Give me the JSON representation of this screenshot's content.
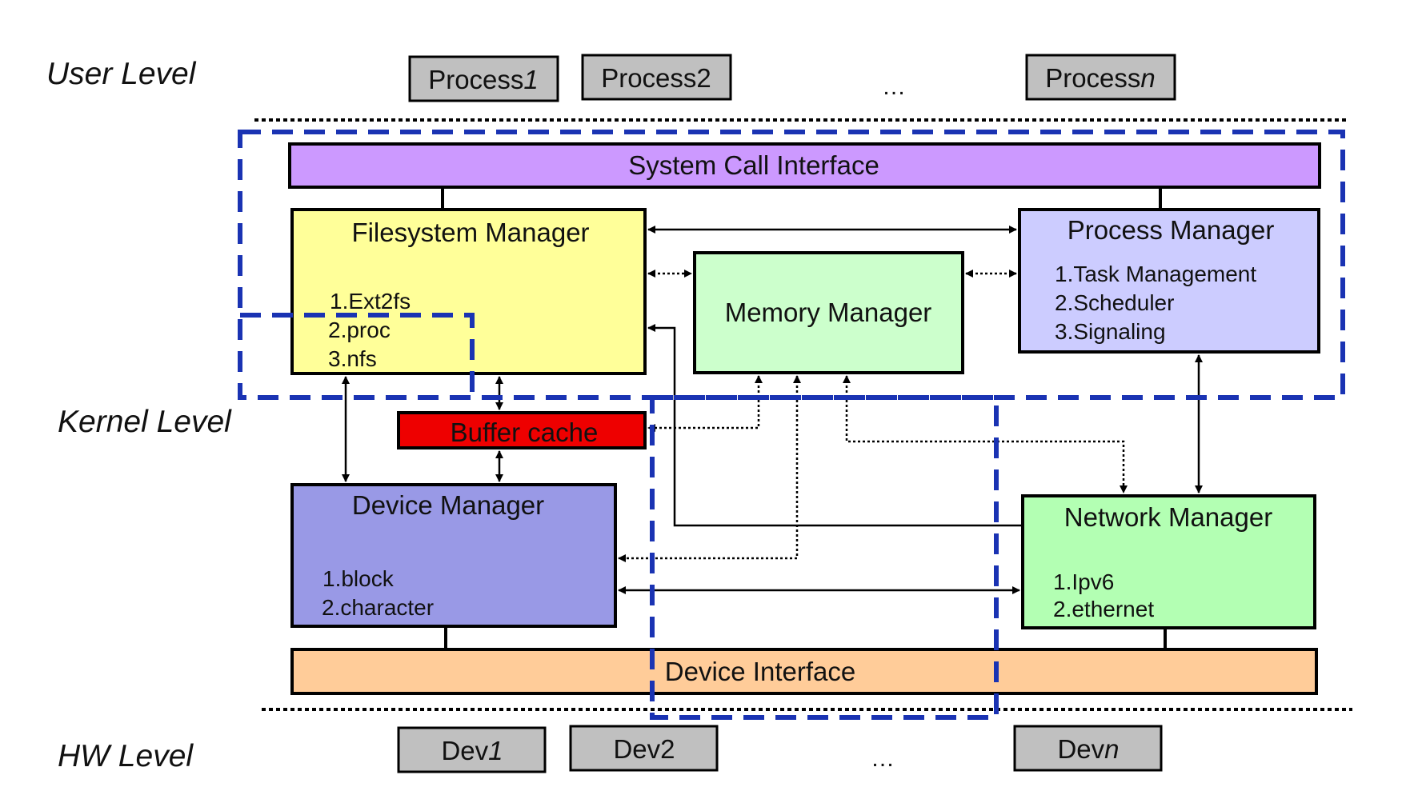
{
  "levels": {
    "user": "User Level",
    "kernel": "Kernel Level",
    "hw": "HW Level"
  },
  "processes": [
    {
      "base": "Process",
      "suffix": "1",
      "suffix_italic": true
    },
    {
      "base": "Process",
      "suffix": "2",
      "suffix_italic": false
    },
    {
      "base": "Process",
      "suffix": "n",
      "suffix_italic": true
    }
  ],
  "process_ellipsis": "…",
  "devices": [
    {
      "base": "Dev",
      "suffix": "1",
      "suffix_italic": true
    },
    {
      "base": "Dev",
      "suffix": "2",
      "suffix_italic": false
    },
    {
      "base": "Dev",
      "suffix": "n",
      "suffix_italic": true
    }
  ],
  "device_ellipsis": "…",
  "system_call_interface": "System Call Interface",
  "device_interface": "Device Interface",
  "filesystem_manager": {
    "title": "Filesystem Manager",
    "items": [
      "1.Ext2fs",
      "2.proc",
      "3.nfs"
    ]
  },
  "memory_manager": {
    "title": "Memory Manager"
  },
  "process_manager": {
    "title": "Process Manager",
    "items": [
      "1.Task Management",
      "2.Scheduler",
      "3.Signaling"
    ]
  },
  "buffer_cache": "Buffer cache",
  "device_manager": {
    "title": "Device Manager",
    "items": [
      "1.block",
      "2.character"
    ]
  },
  "network_manager": {
    "title": "Network Manager",
    "items": [
      "1.Ipv6",
      "2.ethernet"
    ]
  },
  "colors": {
    "system_call": "#cc99ff",
    "filesystem": "#ffff99",
    "memory": "#ccffcc",
    "process": "#ccccff",
    "buffer_cache": "#ee0000",
    "device": "#9999e6",
    "network": "#b3ffb3",
    "device_interface": "#ffcc99",
    "gray_box": "#c0c0c0",
    "highlight_dashed": "#1a33b3"
  }
}
